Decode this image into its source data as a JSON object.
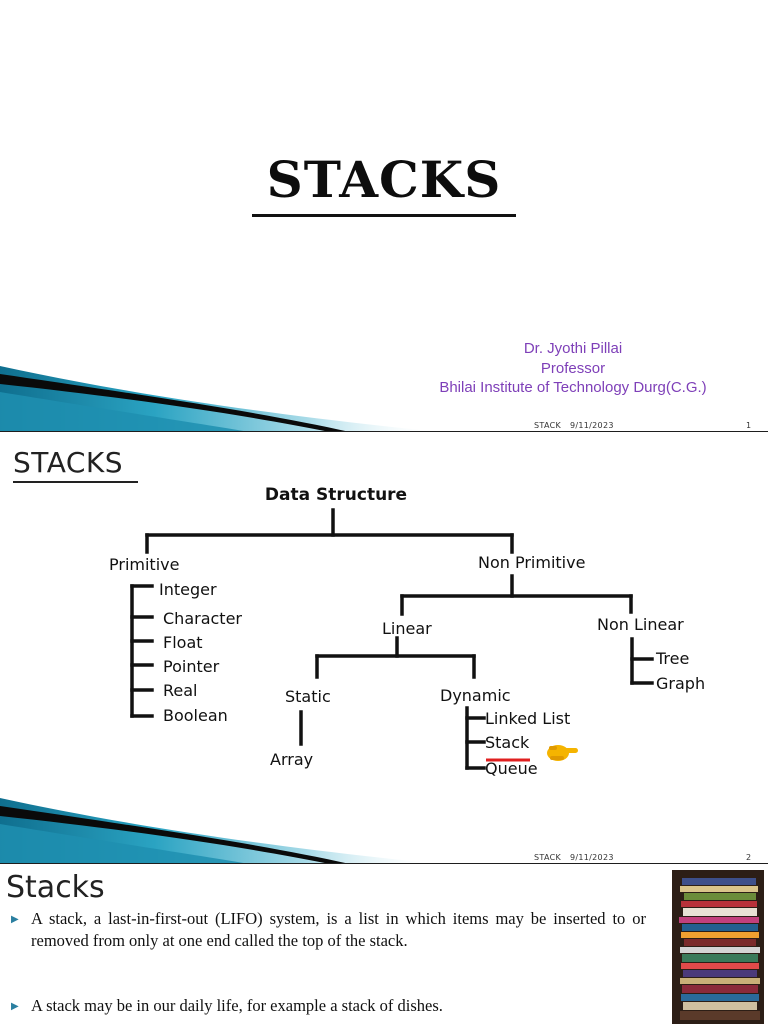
{
  "slide1": {
    "title": "STACKS",
    "author": {
      "name": "Dr. Jyothi Pillai",
      "role": "Professor",
      "institute": "Bhilai Institute of Technology Durg(C.G.)"
    },
    "footer": {
      "label": "STACK",
      "date": "9/11/2023",
      "page": "1"
    }
  },
  "slide2": {
    "title": "STACKS",
    "tree": {
      "root": "Data Structure",
      "primitive": "Primitive",
      "non_primitive": "Non Primitive",
      "primitive_items": [
        "Integer",
        "Character",
        "Float",
        "Pointer",
        "Real",
        "Boolean"
      ],
      "linear": "Linear",
      "non_linear": "Non Linear",
      "non_linear_items": [
        "Tree",
        "Graph"
      ],
      "static": "Static",
      "dynamic": "Dynamic",
      "static_items": [
        "Array"
      ],
      "dynamic_items": [
        "Linked List",
        "Stack",
        "Queue"
      ]
    },
    "footer": {
      "label": "STACK",
      "date": "9/11/2023",
      "page": "2"
    },
    "pointer_icon": "pointing-hand-icon"
  },
  "slide3": {
    "title": "Stacks",
    "bullets": [
      "A stack, a last-in-first-out (LIFO) system, is a list in which items may be inserted to or removed from only at one end called the top of the stack.",
      "A stack may be in our daily life, for example a stack of dishes."
    ],
    "image_icon": "stack-of-books-photo"
  },
  "colors": {
    "author_text": "#7e3fb8",
    "swoosh_teal": "#1f8fb0",
    "bullet_marker": "#2a7fa0",
    "stack_underline": "#e02020",
    "pointer_hand": "#f5b400"
  }
}
